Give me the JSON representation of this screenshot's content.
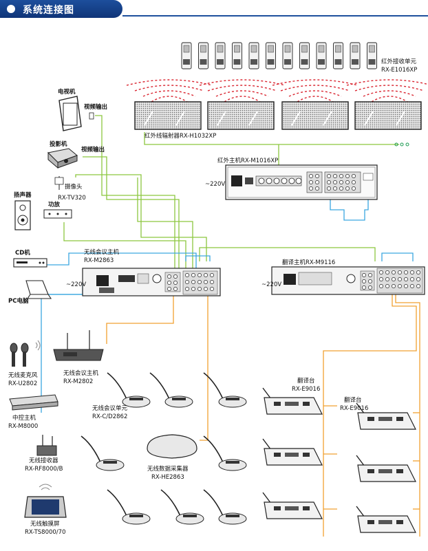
{
  "header": {
    "title": "系统连接图"
  },
  "labels": {
    "tv": "电视机",
    "video_out_1": "视频输出",
    "projector": "投影机",
    "video_out_2": "视频输出",
    "speaker": "扬声器",
    "amp": "功放",
    "camera_1": "摄像头",
    "camera_2": "RX-TV320",
    "cd": "CD机",
    "pc": "PC电脑",
    "conf_host_1": "无线会议主机",
    "conf_host_2": "RX-M2863",
    "volt_1": "~220V",
    "volt_2": "~220V",
    "volt_3": "~220V",
    "ir_host": "红外主机RX-M1016XP",
    "ir_emitter": "红外线辐射器RX-H1032XP",
    "ir_receiver_1": "红外接收单元",
    "ir_receiver_2": "RX-E1016XP",
    "trans_host": "翻译主机RX-M9116",
    "mic_1": "无线麦克风",
    "mic_2": "RX-U2802",
    "wconf_host_1": "无线会议主机",
    "wconf_host_2": "RX-M2802",
    "central_1": "中控主机",
    "central_2": "RX-M8000",
    "receiver_1": "无线接收器",
    "receiver_2": "RX-RF8000/B",
    "touch_1": "无线触摸屏",
    "touch_2": "RX-TS8000/70",
    "unit_1": "无线会议单元",
    "unit_2": "RX-C/D2862",
    "collector_1": "无线数据采集器",
    "collector_2": "RX-HE2863",
    "booth_a_1": "翻译台",
    "booth_a_2": "RX-E9016",
    "booth_b_1": "翻译台",
    "booth_b_2": "RX-E9016"
  },
  "colors": {
    "header": "#1d4f9c",
    "wire_blue": "#3aa6e0",
    "wire_green": "#8cc63f",
    "wire_orange": "#f0a030",
    "ir_wave": "#d9232e",
    "device_dark": "#333333"
  }
}
